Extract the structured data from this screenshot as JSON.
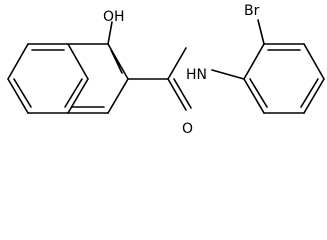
{
  "molecule": {
    "labels": {
      "hydroxyl": "OH",
      "bromine": "Br",
      "amide_nitrogen": "HN",
      "carbonyl_oxygen": "O"
    }
  }
}
